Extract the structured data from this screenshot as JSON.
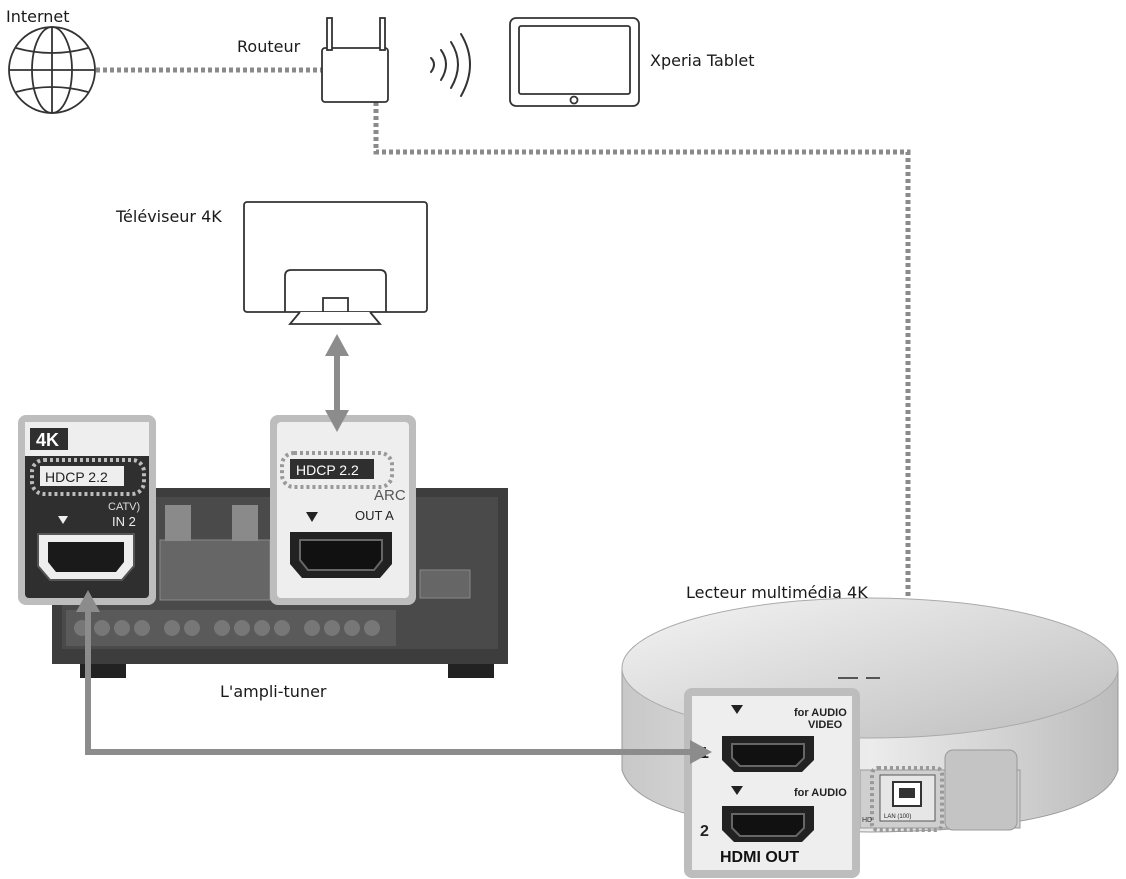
{
  "labels": {
    "internet": "Internet",
    "router": "Routeur",
    "tablet": "Xperia Tablet",
    "tv": "Téléviseur 4K",
    "receiver": "L'ampli-tuner",
    "player": "Lecteur multimédia 4K"
  },
  "receiver_input_panel": {
    "badge": "4K",
    "hdcp": "HDCP 2.2",
    "catv": "CATV)",
    "port": "IN 2"
  },
  "receiver_output_panel": {
    "hdcp": "HDCP 2.2",
    "arc": "ARC",
    "port": "OUT A"
  },
  "player_panel": {
    "port1_num": "1",
    "port1_label_a": "for AUDIO",
    "port1_label_b": "VIDEO",
    "port2_num": "2",
    "port2_label": "for AUDIO",
    "title": "HDMI OUT",
    "lan": "LAN (100)",
    "hd": "HD"
  },
  "colors": {
    "hdmi_cable": "#8c8c8c",
    "network_cable": "#8a8a8a",
    "receiver_body": "#3d3d3d",
    "panel_bg": "#eeeeee"
  }
}
